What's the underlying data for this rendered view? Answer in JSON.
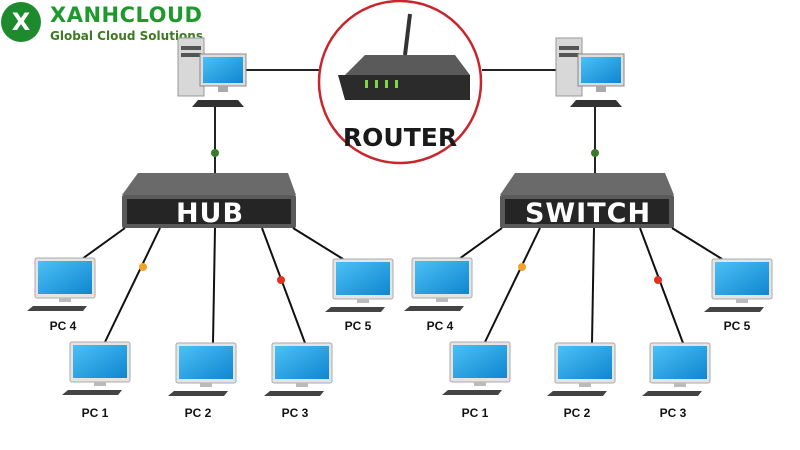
{
  "logo": {
    "brand": "XANHCLOUD",
    "tagline": "Global Cloud Solutions",
    "mark": "X"
  },
  "router": {
    "label": "ROUTER"
  },
  "hub": {
    "label": "HUB",
    "pcs": [
      "PC 4",
      "PC 1",
      "PC 2",
      "PC 3",
      "PC 5"
    ]
  },
  "switch": {
    "label": "SWITCH",
    "pcs": [
      "PC 4",
      "PC 1",
      "PC 2",
      "PC 3",
      "PC 5"
    ]
  },
  "colors": {
    "brand": "#1e9a2c",
    "router_circle": "#c8262c",
    "device": "#3a3a3a",
    "screen": "#1c9be0",
    "led_green": "#3a7a2a",
    "led_orange": "#f2a12b",
    "led_red": "#e0321e"
  }
}
